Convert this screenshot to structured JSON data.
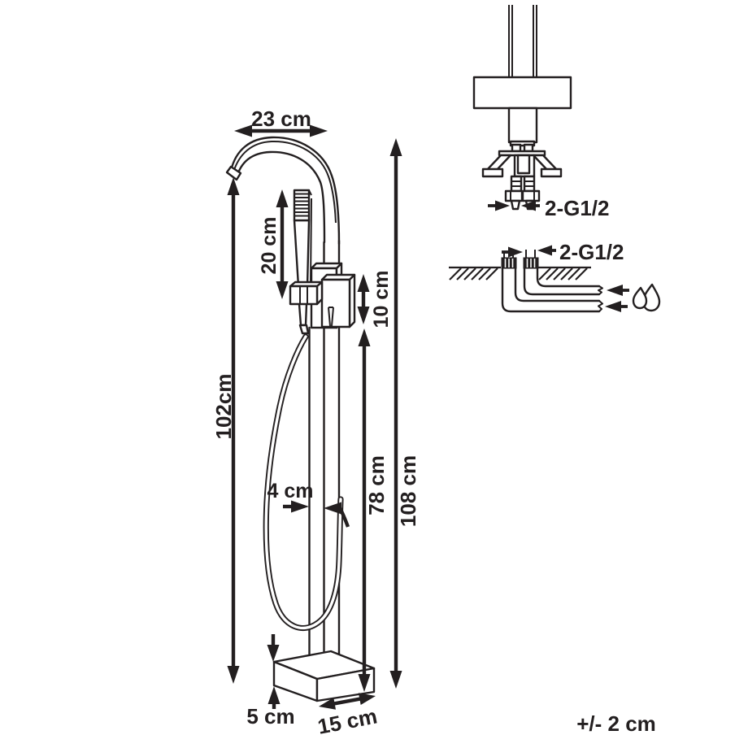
{
  "colors": {
    "line": "#231f20",
    "background": "#ffffff"
  },
  "main_view": {
    "dimensions": {
      "spout_reach": "23 cm",
      "hand_shower_height": "20 cm",
      "handle_height": "10 cm",
      "spout_height": "102cm",
      "column_width": "4 cm",
      "column_height": "78 cm",
      "total_height": "108 cm",
      "base_height": "5 cm",
      "base_width": "15 cm"
    }
  },
  "detail_views": {
    "bottom_connection": {
      "thread_label": "2-G1/2"
    },
    "floor_connection": {
      "thread_label": "2-G1/2"
    }
  },
  "footer": {
    "tolerance": "+/- 2 cm"
  },
  "icons": {
    "water": "water-drops-icon"
  }
}
